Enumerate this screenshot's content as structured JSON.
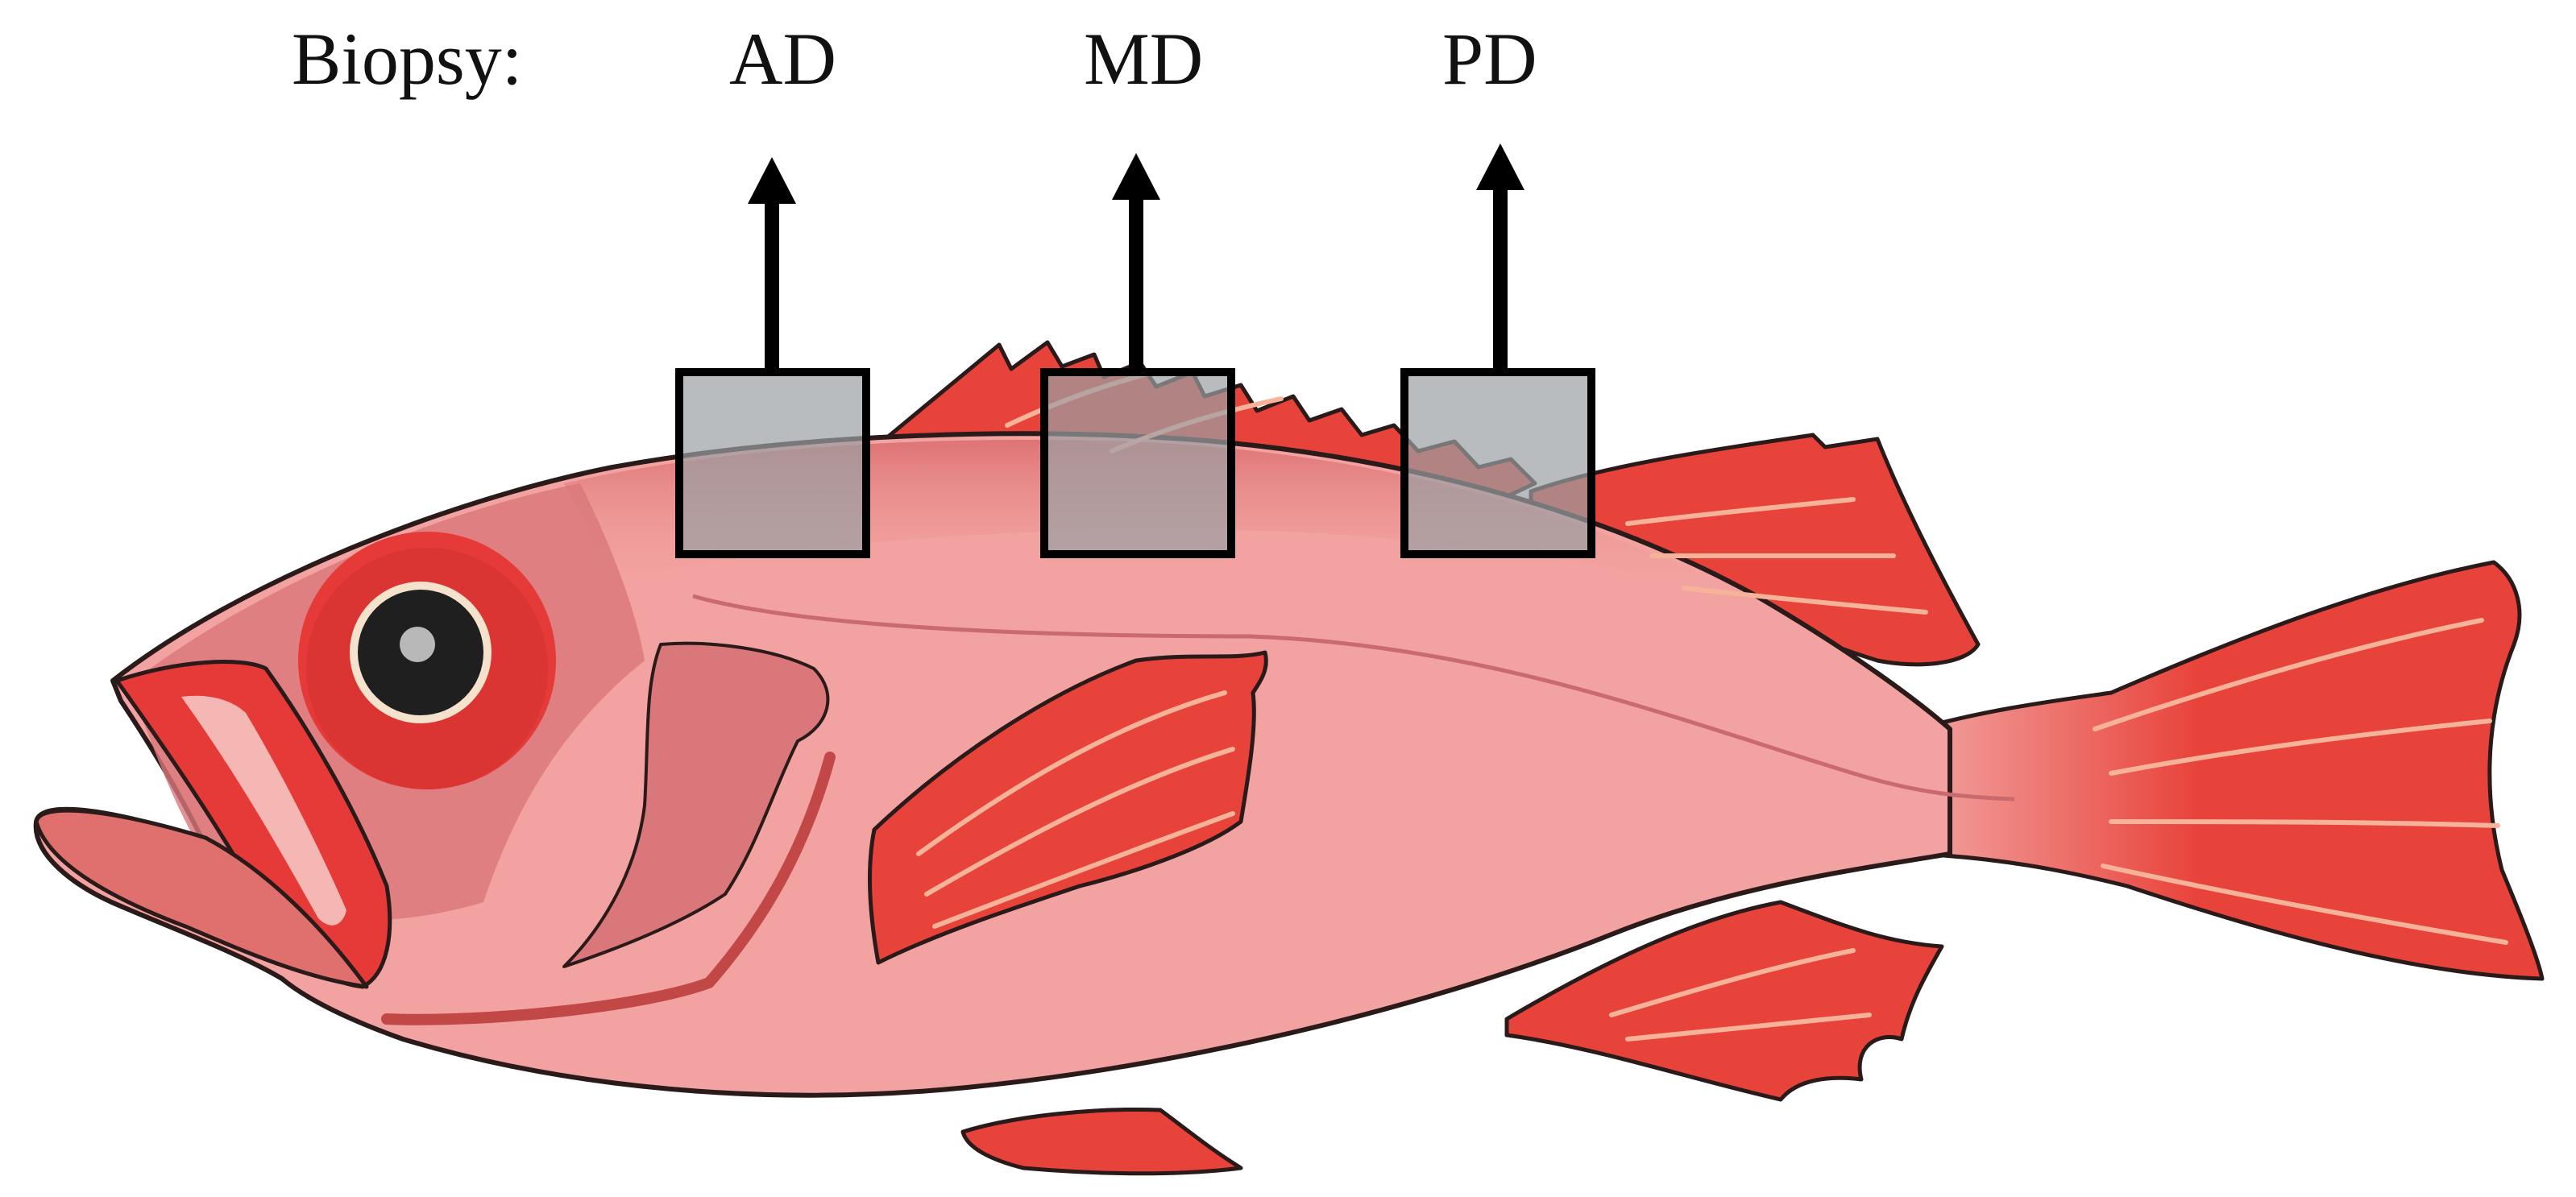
{
  "diagram": {
    "heading": "Biopsy:",
    "sites": [
      {
        "label": "AD"
      },
      {
        "label": "MD"
      },
      {
        "label": "PD"
      }
    ]
  },
  "colors": {
    "body": "#f2a2a0",
    "body_dark": "#d9777a",
    "fin": "#e8433a",
    "fin_ray": "#f7b39a",
    "outline": "#2b1a1a",
    "eye_ring": "#e53a37",
    "eye_pupil": "#1f1f1f",
    "eye_white": "#f4e2cc",
    "box_fill": "#9aa0a3",
    "box_stroke": "#000000",
    "arrow": "#000000"
  }
}
